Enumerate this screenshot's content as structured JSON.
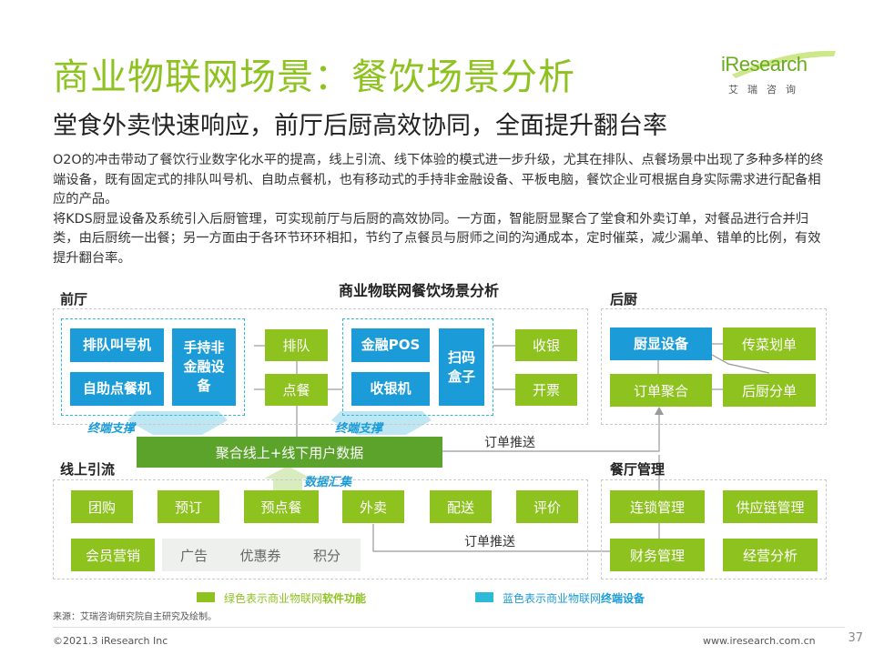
{
  "header": {
    "title": "商业物联网场景：餐饮场景分析",
    "subtitle": "堂食外卖快速响应，前厅后厨高效协同，全面提升翻台率",
    "logo_text": "iResearch",
    "logo_sub": "艾瑞咨询"
  },
  "body": {
    "para1": "O2O的冲击带动了餐饮行业数字化水平的提高，线上引流、线下体验的模式进一步升级，尤其在排队、点餐场景中出现了多种多样的终端设备，既有固定式的排队叫号机、自助点餐机，也有移动式的手持非金融设备、平板电脑，餐饮企业可根据自身实际需求进行配备相应的产品。",
    "para2": "将KDS厨显设备及系统引入后厨管理，可实现前厅与后厨的高效协同。一方面，智能厨显聚合了堂食和外卖订单，对餐品进行合并归类，由后厨统一出餐；另一方面由于各环节环环相扣，节约了点餐员与厨师之间的沟通成本，定时催菜，减少漏单、错单的比例，有效提升翻台率。"
  },
  "diagram": {
    "title": "商业物联网餐饮场景分析",
    "front": {
      "label": "前厅",
      "queue_machine": "排队叫号机",
      "self_order": "自助点餐机",
      "handheld": "手持非金融设备",
      "queue": "排队",
      "order": "点餐",
      "finance_pos": "金融POS",
      "cashier_machine": "收银机",
      "scan_box": "扫码盒子",
      "cashier": "收银",
      "invoice": "开票",
      "terminal_support_1": "终端支撑",
      "terminal_support_2": "终端支撑"
    },
    "kitchen": {
      "label": "后厨",
      "kds": "厨显设备",
      "dish_serve": "传菜划单",
      "order_aggregate": "订单聚合",
      "kitchen_dispatch": "后厨分单"
    },
    "center": {
      "aggregate_data": "聚合线上+线下用户数据",
      "order_push_1": "订单推送",
      "order_push_2": "订单推送",
      "data_collect": "数据汇集"
    },
    "online": {
      "label": "线上引流",
      "items_row1": [
        "团购",
        "预订",
        "预点餐",
        "外卖",
        "配送",
        "评价"
      ],
      "member": "会员营销",
      "ad": "广告",
      "coupon": "优惠券",
      "points": "积分"
    },
    "management": {
      "label": "餐厅管理",
      "chain": "连锁管理",
      "supply": "供应链管理",
      "finance": "财务管理",
      "operation": "经营分析"
    },
    "legend": {
      "green_prefix": "绿色表示商业物联网",
      "green_bold": "软件功能",
      "blue_prefix": "蓝色表示商业物联网",
      "blue_bold": "终端设备"
    }
  },
  "footer": {
    "source": "来源：艾瑞咨询研究院自主研究及绘制。",
    "copyright": "©2021.3 iResearch Inc",
    "url": "www.iresearch.com.cn",
    "page": "37"
  },
  "colors": {
    "green": "#8dc21f",
    "dark_green": "#5ba32b",
    "blue": "#1b9bd7",
    "cyan": "#2bbbd8"
  }
}
